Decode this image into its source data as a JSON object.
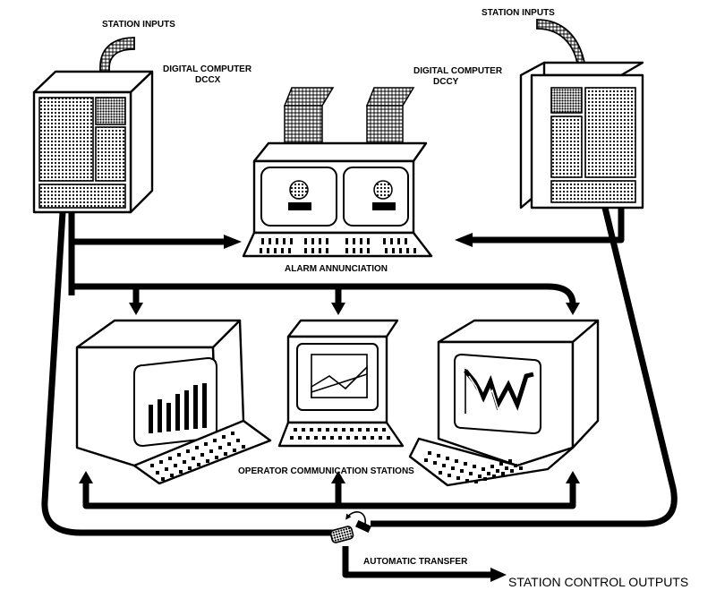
{
  "labels": {
    "station_inputs_left": "STATION INPUTS",
    "station_inputs_right": "STATION INPUTS",
    "computer_x_line1": "DIGITAL COMPUTER",
    "computer_x_line2": "DCCX",
    "computer_y_line1": "DIGITAL COMPUTER",
    "computer_y_line2": "DCCY",
    "alarm": "ALARM ANNUNCIATION",
    "operator": "OPERATOR COMMUNICATION STATIONS",
    "transfer": "AUTOMATIC TRANSFER",
    "outputs": "STATION CONTROL OUTPUTS"
  },
  "icons": [
    "station-inputs-arrow-icon",
    "computer-cabinet-icon",
    "alarm-console-icon",
    "operator-terminal-icon",
    "bar-graph-icon",
    "line-graph-icon",
    "transfer-switch-icon"
  ],
  "colors": {
    "ink": "#000000",
    "paper": "#ffffff"
  }
}
